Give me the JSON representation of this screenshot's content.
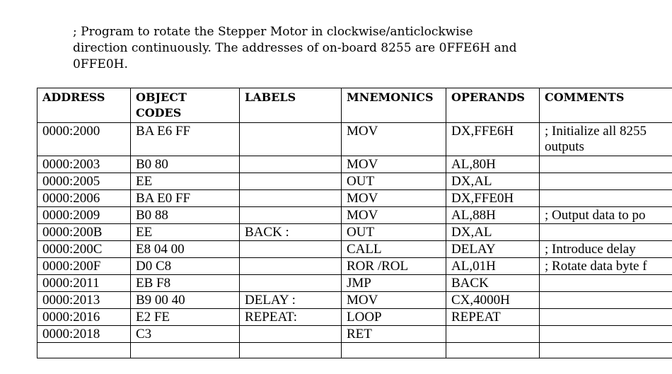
{
  "intro": {
    "line1": "; Program to rotate the Stepper Motor in clockwise/anticlockwise",
    "line2": "direction continuously. The addresses of on-board 8255 are 0FFE6H and",
    "line3": "0FFE0H."
  },
  "table": {
    "headers": [
      "ADDRESS",
      "OBJECT CODES",
      "LABELS",
      "MNEMONICS",
      "OPERANDS",
      "COMMENTS"
    ],
    "rows": [
      {
        "address": "0000:2000",
        "object": "BA E6 FF",
        "label": "",
        "mnemonic": "MOV",
        "operand": "DX,FFE6H",
        "comment": "; Initialize all 8255 outputs"
      },
      {
        "address": "0000:2003",
        "object": "B0 80",
        "label": "",
        "mnemonic": "MOV",
        "operand": "AL,80H",
        "comment": ""
      },
      {
        "address": "0000:2005",
        "object": "EE",
        "label": "",
        "mnemonic": "OUT",
        "operand": "DX,AL",
        "comment": ""
      },
      {
        "address": "0000:2006",
        "object": "BA E0 FF",
        "label": "",
        "mnemonic": "MOV",
        "operand": "DX,FFE0H",
        "comment": ""
      },
      {
        "address": "0000:2009",
        "object": "B0 88",
        "label": "",
        "mnemonic": "MOV",
        "operand": "AL,88H",
        "comment": "; Output data to po"
      },
      {
        "address": "0000:200B",
        "object": "EE",
        "label": "BACK :",
        "mnemonic": "OUT",
        "operand": "DX,AL",
        "comment": ""
      },
      {
        "address": "0000:200C",
        "object": "E8 04 00",
        "label": "",
        "mnemonic": "CALL",
        "operand": "DELAY",
        "comment": "; Introduce delay"
      },
      {
        "address": "0000:200F",
        "object": "D0 C8",
        "label": "",
        "mnemonic": "ROR /ROL",
        "operand": "AL,01H",
        "comment": "; Rotate data byte f"
      },
      {
        "address": "0000:2011",
        "object": "EB F8",
        "label": "",
        "mnemonic": "JMP",
        "operand": "BACK",
        "comment": ""
      },
      {
        "address": "0000:2013",
        "object": "B9 00 40",
        "label": "DELAY :",
        "mnemonic": "MOV",
        "operand": "CX,4000H",
        "comment": ""
      },
      {
        "address": "0000:2016",
        "object": "E2 FE",
        "label": "REPEAT:",
        "mnemonic": "LOOP",
        "operand": "REPEAT",
        "comment": ""
      },
      {
        "address": "0000:2018",
        "object": "C3",
        "label": "",
        "mnemonic": "RET",
        "operand": "",
        "comment": ""
      }
    ]
  }
}
